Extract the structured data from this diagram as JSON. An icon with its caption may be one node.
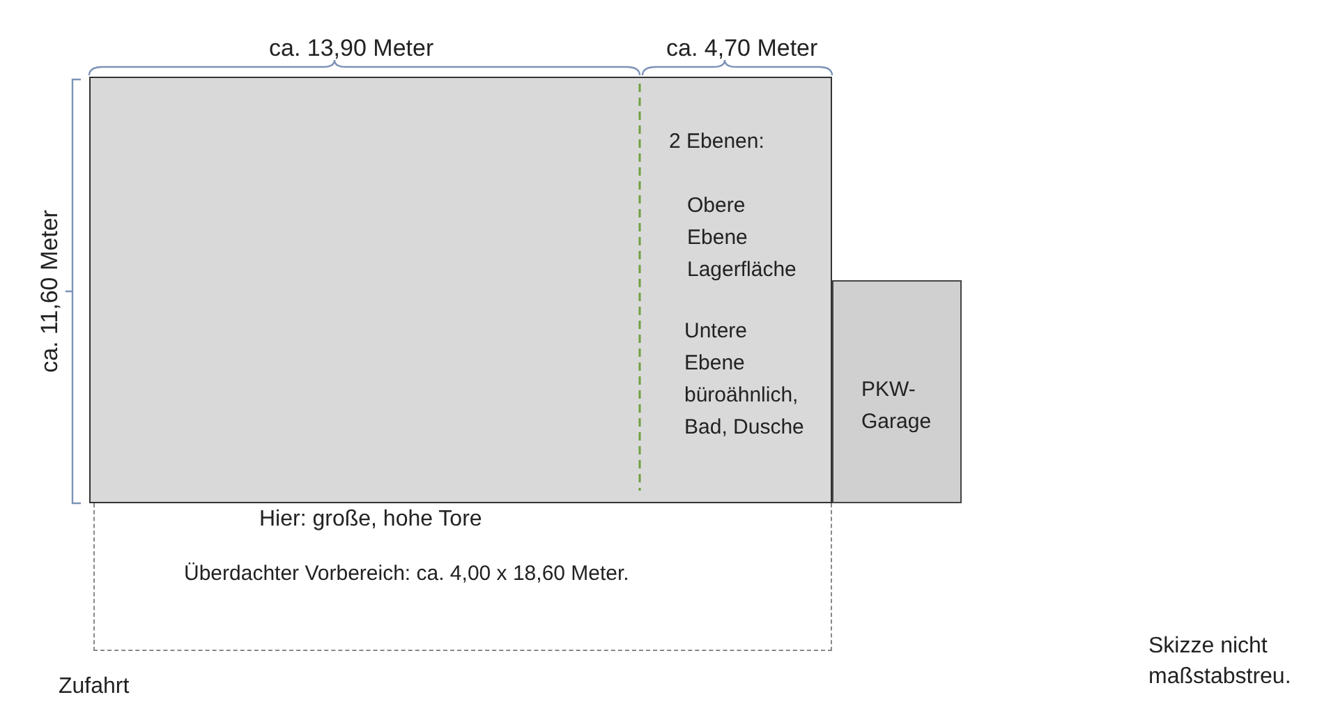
{
  "diagram": {
    "nodes": [
      {
        "text": [
          "2 Ebenen:",
          "Obere Ebene Lagerfläche",
          "Untere Ebene büroähnlich, Bad, Dusche"
        ]
      },
      {
        "text": [
          "PKW- Garage"
        ]
      },
      {
        "text": [
          "Überdachter Vorbereich: ca. 4,00 x 18,60 Meter."
        ]
      }
    ],
    "labels": [
      "ca. 13,90 Meter",
      "ca. 4,70 Meter",
      "ca. 11,60 Meter",
      "Hier: große, hohe Tore",
      "Zufahrt",
      "Skizze nicht maßstabstreu."
    ]
  }
}
